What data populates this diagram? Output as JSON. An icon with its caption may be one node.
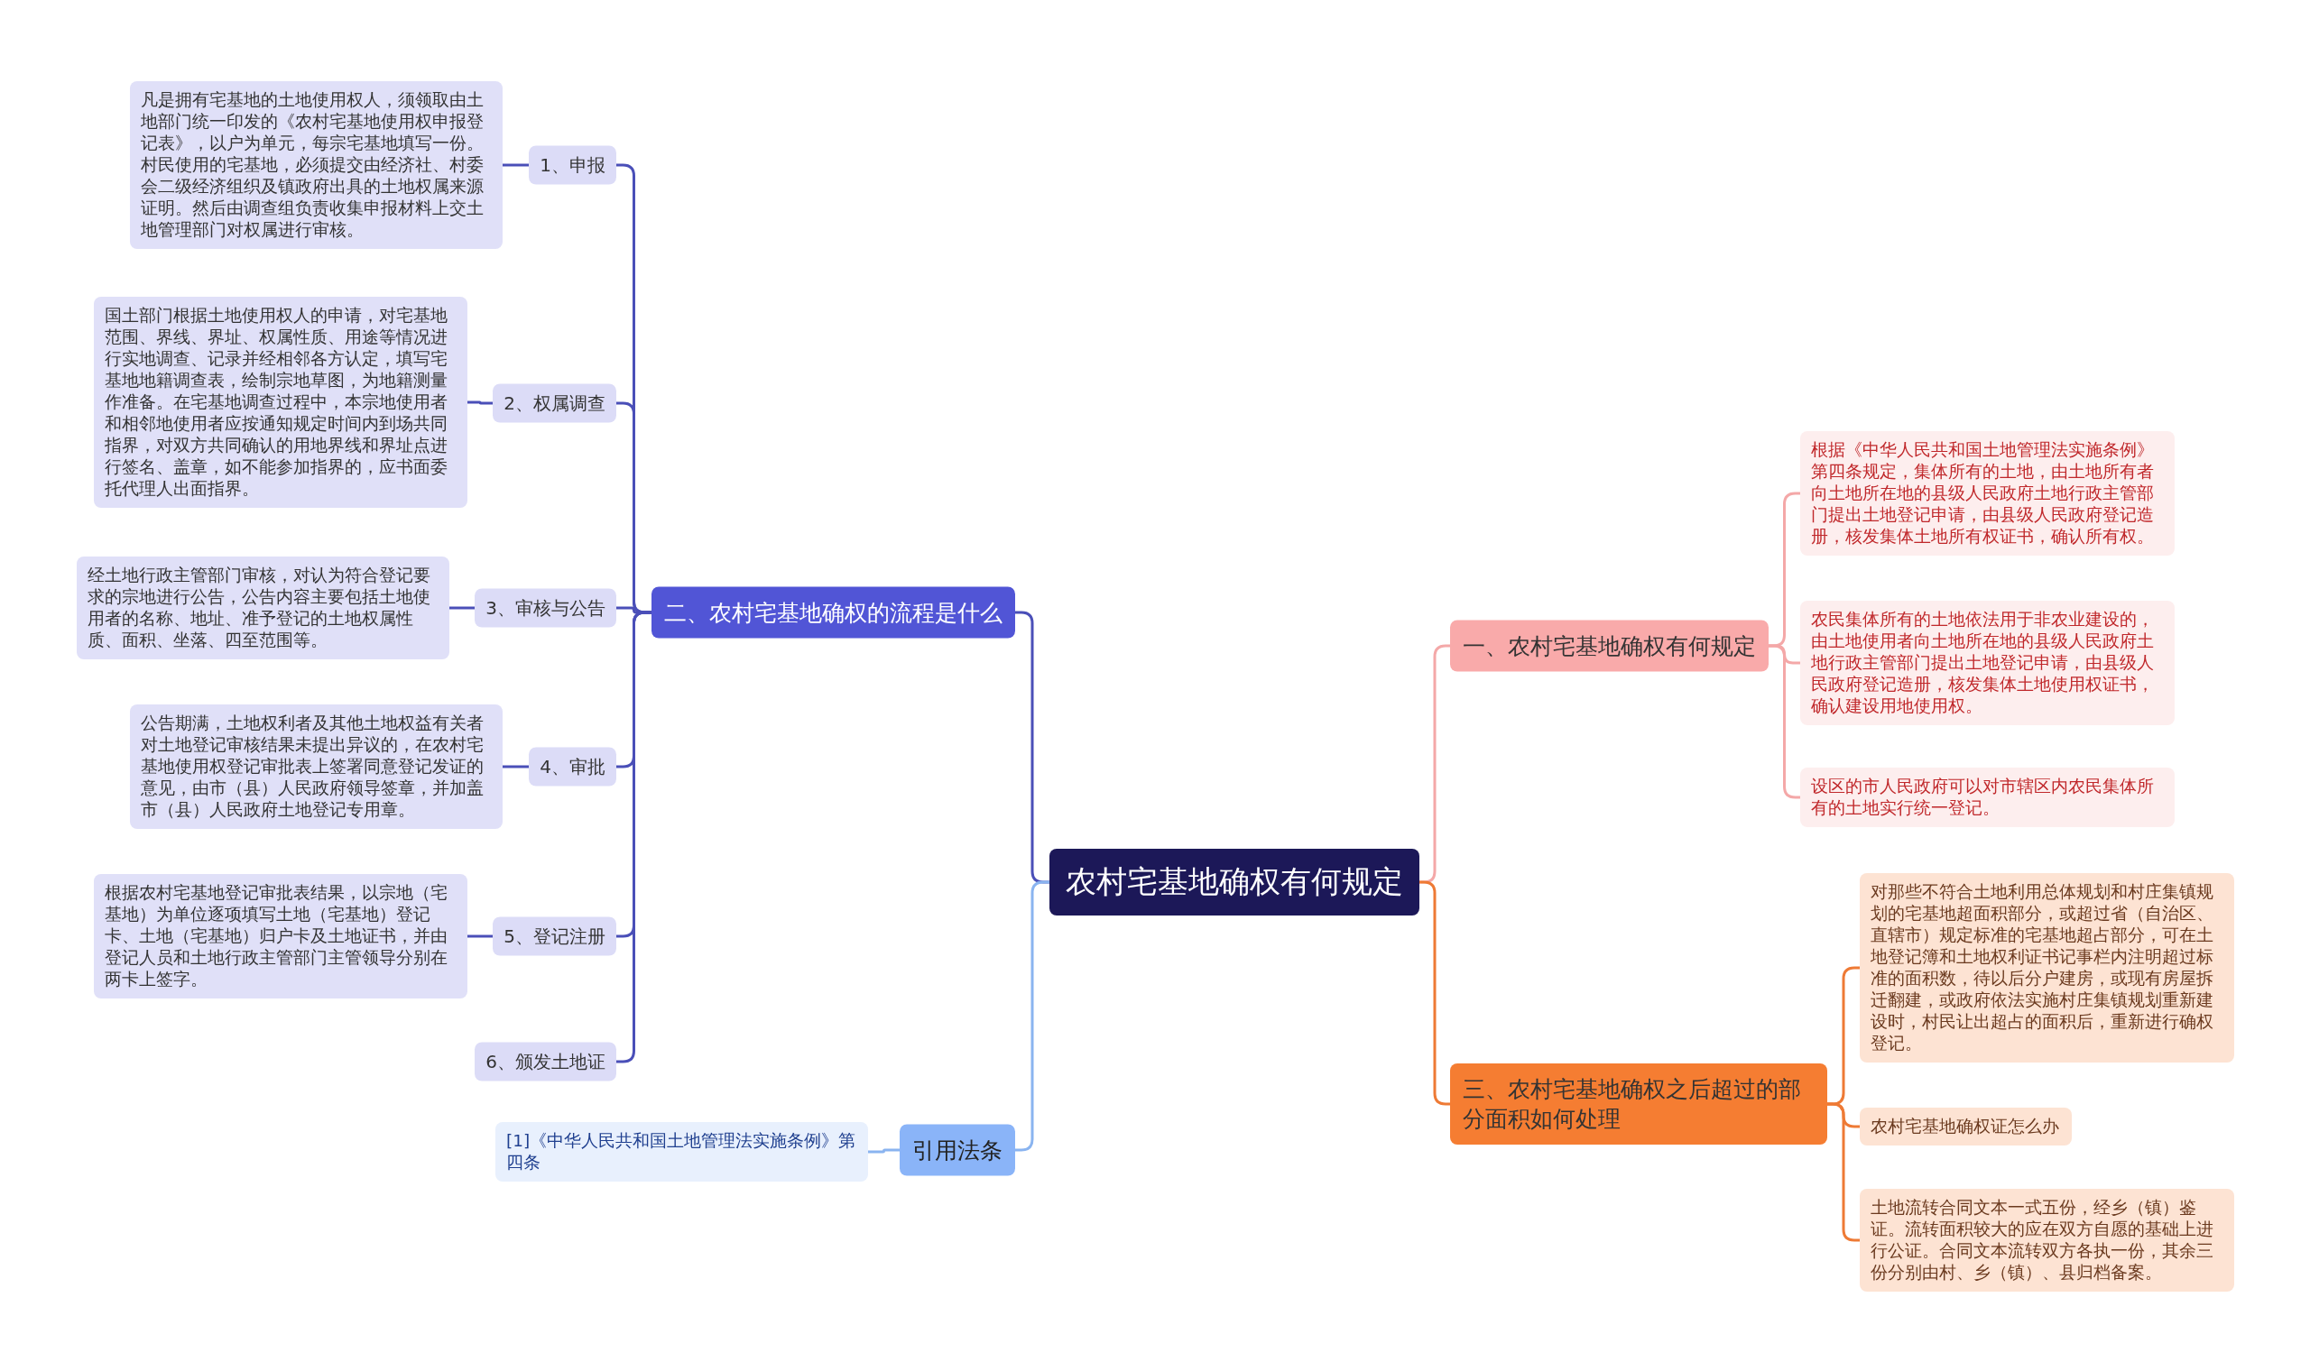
{
  "diagram": {
    "nodes": [
      {
        "text": [
          "农村宅基地确权有何规定"
        ]
      },
      {
        "text": [
          "二、农村宅基地确权的流程是什么"
        ]
      },
      {
        "text": [
          "1、申报"
        ]
      },
      {
        "text": [
          "凡是拥有宅基地的土地使用权人，须领取由土地部门统一印发的《农村宅基地使用权申报登记表》，以户为单元，每宗宅基地填写一份。村民使用的宅基地，必须提交由经济社、村委会二级经济组织及镇政府出具的土地权属来源证明。然后由调查组负责收集申报材料上交土地管理部门对权属进行审核。"
        ]
      },
      {
        "text": [
          "2、权属调查"
        ]
      },
      {
        "text": [
          "国土部门根据土地使用权人的申请，对宅基地范围、界线、界址、权属性质、用途等情况进行实地调查、记录并经相邻各方认定，填写宅基地地籍调查表，绘制宗地草图，为地籍测量作准备。在宅基地调查过程中，本宗地使用者和相邻地使用者应按通知规定时间内到场共同指界，对双方共同确认的用地界线和界址点进行签名、盖章，如不能参加指界的，应书面委托代理人出面指界。"
        ]
      },
      {
        "text": [
          "3、审核与公告"
        ]
      },
      {
        "text": [
          "经土地行政主管部门审核，对认为符合登记要求的宗地进行公告，公告内容主要包括土地使用者的名称、地址、准予登记的土地权属性质、面积、坐落、四至范围等。"
        ]
      },
      {
        "text": [
          "4、审批"
        ]
      },
      {
        "text": [
          "公告期满，土地权利者及其他土地权益有关者对土地登记审核结果未提出异议的，在农村宅基地使用权登记审批表上签署同意登记发证的意见，由市（县）人民政府领导签章，并加盖市（县）人民政府土地登记专用章。"
        ]
      },
      {
        "text": [
          "5、登记注册"
        ]
      },
      {
        "text": [
          "根据农村宅基地登记审批表结果，以宗地（宅基地）为单位逐项填写土地（宅基地）登记卡、土地（宅基地）归户卡及土地证书，并由登记人员和土地行政主管部门主管领导分别在两卡上签字。"
        ]
      },
      {
        "text": [
          "6、颁发土地证"
        ]
      },
      {
        "text": [
          "引用法条"
        ]
      },
      {
        "text": [
          "[1]《中华人民共和国土地管理法实施条例》第四条"
        ]
      },
      {
        "text": [
          "一、农村宅基地确权有何规定"
        ]
      },
      {
        "text": [
          "根据《中华人民共和国土地管理法实施条例》第四条规定，集体所有的土地，由土地所有者向土地所在地的县级人民政府土地行政主管部门提出土地登记申请，由县级人民政府登记造册，核发集体土地所有权证书，确认所有权。"
        ]
      },
      {
        "text": [
          "农民集体所有的土地依法用于非农业建设的，由土地使用者向土地所在地的县级人民政府土地行政主管部门提出土地登记申请，由县级人民政府登记造册，核发集体土地使用权证书，确认建设用地使用权。"
        ]
      },
      {
        "text": [
          "设区的市人民政府可以对市辖区内农民集体所有的土地实行统一登记。"
        ]
      },
      {
        "text": [
          "三、农村宅基地确权之后超过的部分面积如何处理"
        ]
      },
      {
        "text": [
          "对那些不符合土地利用总体规划和村庄集镇规划的宅基地超面积部分，或超过省（自治区、直辖市）规定标准的宅基地超占部分，可在土地登记簿和土地权利证书记事栏内注明超过标准的面积数，待以后分户建房，或现有房屋拆迁翻建，或政府依法实施村庄集镇规划重新建设时，村民让出超占的面积后，重新进行确权登记。"
        ]
      },
      {
        "text": [
          "农村宅基地确权证怎么办"
        ]
      },
      {
        "text": [
          "土地流转合同文本一式五份，经乡（镇）鉴证。流转面积较大的应在双方自愿的基础上进行公证。合同文本流转双方各执一份，其余三份分别由村、乡（镇）、县归档备案。"
        ]
      }
    ],
    "edges": [
      {
        "from": 0,
        "to": 1,
        "arrow": "none"
      },
      {
        "from": 1,
        "to": 2,
        "arrow": "none"
      },
      {
        "from": 2,
        "to": 3,
        "arrow": "none"
      },
      {
        "from": 1,
        "to": 4,
        "arrow": "none"
      },
      {
        "from": 4,
        "to": 5,
        "arrow": "none"
      },
      {
        "from": 1,
        "to": 6,
        "arrow": "none"
      },
      {
        "from": 6,
        "to": 7,
        "arrow": "none"
      },
      {
        "from": 1,
        "to": 8,
        "arrow": "none"
      },
      {
        "from": 8,
        "to": 9,
        "arrow": "none"
      },
      {
        "from": 1,
        "to": 10,
        "arrow": "none"
      },
      {
        "from": 10,
        "to": 11,
        "arrow": "none"
      },
      {
        "from": 1,
        "to": 12,
        "arrow": "none"
      },
      {
        "from": 0,
        "to": 13,
        "arrow": "none",
        "color": "#8ab4f0"
      },
      {
        "from": 13,
        "to": 14,
        "arrow": "none",
        "color": "#8ab4f0"
      },
      {
        "from": 0,
        "to": 15,
        "arrow": "none",
        "color": "#f4a8a8"
      },
      {
        "from": 15,
        "to": 16,
        "arrow": "none",
        "color": "#f4a8a8"
      },
      {
        "from": 15,
        "to": 17,
        "arrow": "none",
        "color": "#f4a8a8"
      },
      {
        "from": 15,
        "to": 18,
        "arrow": "none",
        "color": "#f4a8a8"
      },
      {
        "from": 0,
        "to": 19,
        "arrow": "none",
        "color": "#ee7a35"
      },
      {
        "from": 19,
        "to": 20,
        "arrow": "none",
        "color": "#ee7a35"
      },
      {
        "from": 19,
        "to": 21,
        "arrow": "none",
        "color": "#ee7a35"
      },
      {
        "from": 19,
        "to": 22,
        "arrow": "none",
        "color": "#ee7a35"
      }
    ]
  }
}
